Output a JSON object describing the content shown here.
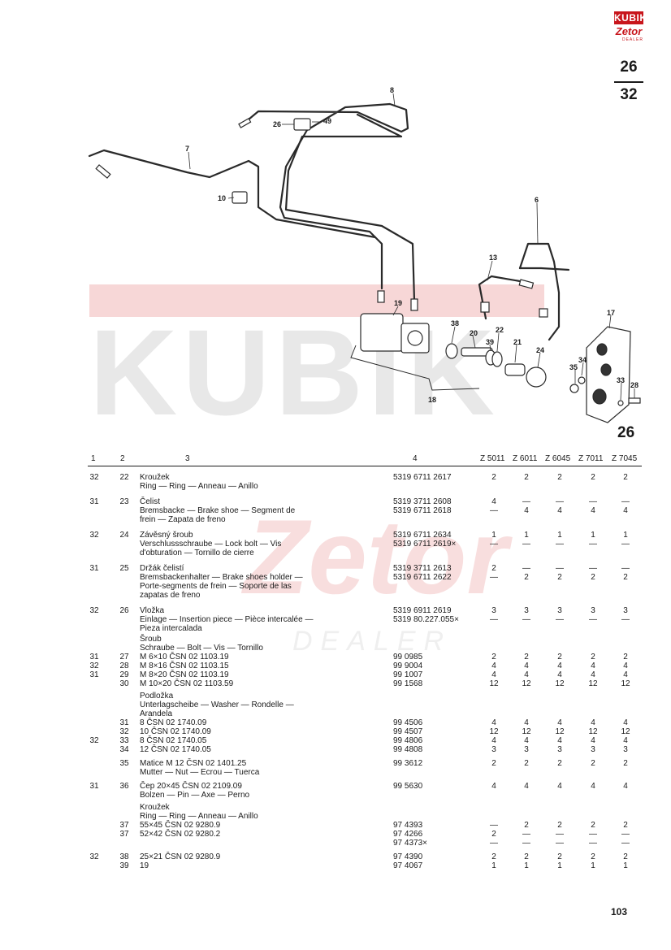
{
  "logo": {
    "brand": "KUBIK",
    "sub": "Zetor",
    "dealer": "DEALER"
  },
  "page": {
    "group_top": "26",
    "group_bottom": "32",
    "figure": "26",
    "page_number": "103"
  },
  "callouts": [
    "8",
    "7",
    "26",
    "49",
    "10",
    "6",
    "13",
    "19",
    "38",
    "20",
    "39",
    "22",
    "21",
    "24",
    "17",
    "34",
    "35",
    "33",
    "28",
    "18"
  ],
  "table": {
    "headers": [
      "1",
      "2",
      "3",
      "4",
      "Z 5011",
      "Z 6011",
      "Z 6045",
      "Z 7011",
      "Z 7045"
    ],
    "rows": [
      {
        "c1": "32",
        "c2": "22",
        "lines": [
          "Kroužek",
          "Ring — Ring — Anneau — Anillo"
        ],
        "codes": [
          "5319 6711 2617"
        ],
        "q": [
          [
            "2",
            "2",
            "2",
            "2",
            "2"
          ]
        ]
      },
      {
        "c1": "31",
        "c2": "23",
        "lines": [
          "Čelist",
          "Bremsbacke — Brake shoe — Segment de",
          "frein — Zapata de freno"
        ],
        "codes": [
          "5319 3711 2608",
          "5319 6711 2618"
        ],
        "q": [
          [
            "4",
            "—",
            "—",
            "—",
            "—"
          ],
          [
            "—",
            "4",
            "4",
            "4",
            "4"
          ]
        ]
      },
      {
        "c1": "32",
        "c2": "24",
        "lines": [
          "Závěsný šroub",
          "Verschlussschraube — Lock bolt — Vis",
          "d'obturation — Tornillo de cierre"
        ],
        "codes": [
          "5319 6711 2634",
          "5319 6711 2619×"
        ],
        "q": [
          [
            "1",
            "1",
            "1",
            "1",
            "1"
          ],
          [
            "—",
            "—",
            "—",
            "—",
            "—"
          ]
        ]
      },
      {
        "c1": "31",
        "c2": "25",
        "lines": [
          "Držák čelistí",
          "Bremsbackenhalter — Brake shoes holder —",
          "Porte-segments de frein — Soporte de las",
          "zapatas de freno"
        ],
        "codes": [
          "5319 3711 2613",
          "5319 6711 2622"
        ],
        "q": [
          [
            "2",
            "—",
            "—",
            "—",
            "—"
          ],
          [
            "—",
            "2",
            "2",
            "2",
            "2"
          ]
        ]
      },
      {
        "c1": "32",
        "c2": "26",
        "lines": [
          "Vložka",
          "Einlage — Insertion piece — Pièce intercalée —",
          "Pieza intercalada"
        ],
        "codes": [
          "5319 6911 2619",
          "5319 80.227.055×"
        ],
        "q": [
          [
            "3",
            "3",
            "3",
            "3",
            "3"
          ],
          [
            "—",
            "—",
            "—",
            "—",
            "—"
          ]
        ]
      },
      {
        "c1": "",
        "c2": "",
        "lines": [
          "Šroub",
          "Schraube — Bolt — Vis — Tornillo"
        ],
        "codes": [],
        "q": []
      },
      {
        "c1": "31",
        "c2": "27",
        "lines": [
          "M 6×10 ČSN  02 1103.19"
        ],
        "codes": [
          "99 0985"
        ],
        "q": [
          [
            "2",
            "2",
            "2",
            "2",
            "2"
          ]
        ]
      },
      {
        "c1": "32",
        "c2": "28",
        "lines": [
          "M 8×16 ČSN  02 1103.15"
        ],
        "codes": [
          "99 9004"
        ],
        "q": [
          [
            "4",
            "4",
            "4",
            "4",
            "4"
          ]
        ]
      },
      {
        "c1": "31",
        "c2": "29",
        "lines": [
          "M 8×20 ČSN  02 1103.19"
        ],
        "codes": [
          "99 1007"
        ],
        "q": [
          [
            "4",
            "4",
            "4",
            "4",
            "4"
          ]
        ]
      },
      {
        "c1": "",
        "c2": "30",
        "lines": [
          "M 10×20 ČSN  02 1103.59"
        ],
        "codes": [
          "99 1568"
        ],
        "q": [
          [
            "12",
            "12",
            "12",
            "12",
            "12"
          ]
        ]
      },
      {
        "c1": "",
        "c2": "",
        "lines": [
          "Podložka",
          "Unterlagscheibe — Washer — Rondelle —",
          "Arandela"
        ],
        "codes": [],
        "q": []
      },
      {
        "c1": "",
        "c2": "31",
        "lines": [
          "8 ČSN  02 1740.09"
        ],
        "codes": [
          "99 4506"
        ],
        "q": [
          [
            "4",
            "4",
            "4",
            "4",
            "4"
          ]
        ]
      },
      {
        "c1": "",
        "c2": "32",
        "lines": [
          "10 ČSN  02 1740.09"
        ],
        "codes": [
          "99 4507"
        ],
        "q": [
          [
            "12",
            "12",
            "12",
            "12",
            "12"
          ]
        ]
      },
      {
        "c1": "32",
        "c2": "33",
        "lines": [
          "8 ČSN  02 1740.05"
        ],
        "codes": [
          "99 4806"
        ],
        "q": [
          [
            "4",
            "4",
            "4",
            "4",
            "4"
          ]
        ]
      },
      {
        "c1": "",
        "c2": "34",
        "lines": [
          "12 ČSN  02 1740.05"
        ],
        "codes": [
          "99 4808"
        ],
        "q": [
          [
            "3",
            "3",
            "3",
            "3",
            "3"
          ]
        ]
      },
      {
        "c1": "",
        "c2": "35",
        "lines": [
          "Matice M 12 ČSN  02 1401.25",
          "Mutter — Nut — Ecrou — Tuerca"
        ],
        "codes": [
          "99 3612"
        ],
        "q": [
          [
            "2",
            "2",
            "2",
            "2",
            "2"
          ]
        ]
      },
      {
        "c1": "31",
        "c2": "36",
        "lines": [
          "Čep 20×45 ČSN  02 2109.09",
          "Bolzen — Pin — Axe — Perno"
        ],
        "codes": [
          "99 5630"
        ],
        "q": [
          [
            "4",
            "4",
            "4",
            "4",
            "4"
          ]
        ]
      },
      {
        "c1": "",
        "c2": "",
        "lines": [
          "Kroužek",
          "Ring — Ring — Anneau — Anillo"
        ],
        "codes": [],
        "q": []
      },
      {
        "c1": "",
        "c2": "37",
        "lines": [
          "55×45 ČSN  02 9280.9"
        ],
        "codes": [
          "97 4393"
        ],
        "q": [
          [
            "—",
            "2",
            "2",
            "2",
            "2"
          ]
        ]
      },
      {
        "c1": "",
        "c2": "37",
        "lines": [
          "52×42 ČSN  02 9280.2"
        ],
        "codes": [
          "97 4266",
          "97 4373×"
        ],
        "q": [
          [
            "2",
            "—",
            "—",
            "—",
            "—"
          ],
          [
            "—",
            "—",
            "—",
            "—",
            "—"
          ]
        ]
      },
      {
        "c1": "32",
        "c2": "38",
        "lines": [
          "25×21 ČSN  02 9280.9"
        ],
        "codes": [
          "97 4390"
        ],
        "q": [
          [
            "2",
            "2",
            "2",
            "2",
            "2"
          ]
        ]
      },
      {
        "c1": "",
        "c2": "39",
        "lines": [
          "19"
        ],
        "codes": [
          "97 4067"
        ],
        "q": [
          [
            "1",
            "1",
            "1",
            "1",
            "1"
          ]
        ]
      }
    ]
  }
}
